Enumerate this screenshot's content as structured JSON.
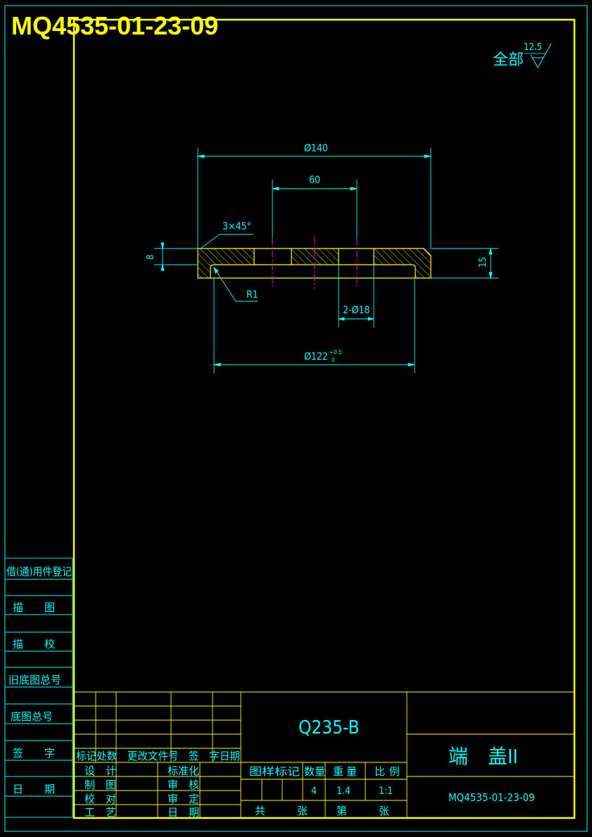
{
  "drawing_number_banner": "MQ4535-01-23-09",
  "surface_finish": {
    "label": "全部",
    "value": "12.5"
  },
  "dimensions": {
    "outer_diameter": "Ø140",
    "hole_spacing": "60",
    "chamfer": "3×45°",
    "recess_depth": "8",
    "thickness": "15",
    "fillet": "R1",
    "holes": "2-Ø18",
    "recess_diameter": "Ø122",
    "tolerance_upper": "+0.5",
    "tolerance_lower": "0"
  },
  "left_register": {
    "items": [
      "借(通)用件登记",
      "描　　图",
      "描　　校",
      "旧底图总号",
      "底图总号",
      "签　　字",
      "日　　期"
    ]
  },
  "title_block": {
    "material": "Q235-B",
    "part_name": "端　盖II",
    "drawing_number": "MQ4535-01-23-09",
    "revision_header": "标记处数　更改文件号　签　字日期",
    "approval_left": [
      "设　计",
      "制　图",
      "校　对",
      "工　艺"
    ],
    "approval_right": [
      "标准化",
      "审　核",
      "审　定",
      "日　期"
    ],
    "attr_headers": {
      "mark": "图样标记",
      "qty": "数量",
      "weight": "重量",
      "scale": "比例"
    },
    "quantity": "4",
    "weight": "1.4",
    "scale": "1:1",
    "sheets_total_label": "共　　　张",
    "sheet_label": "第　　　张"
  }
}
